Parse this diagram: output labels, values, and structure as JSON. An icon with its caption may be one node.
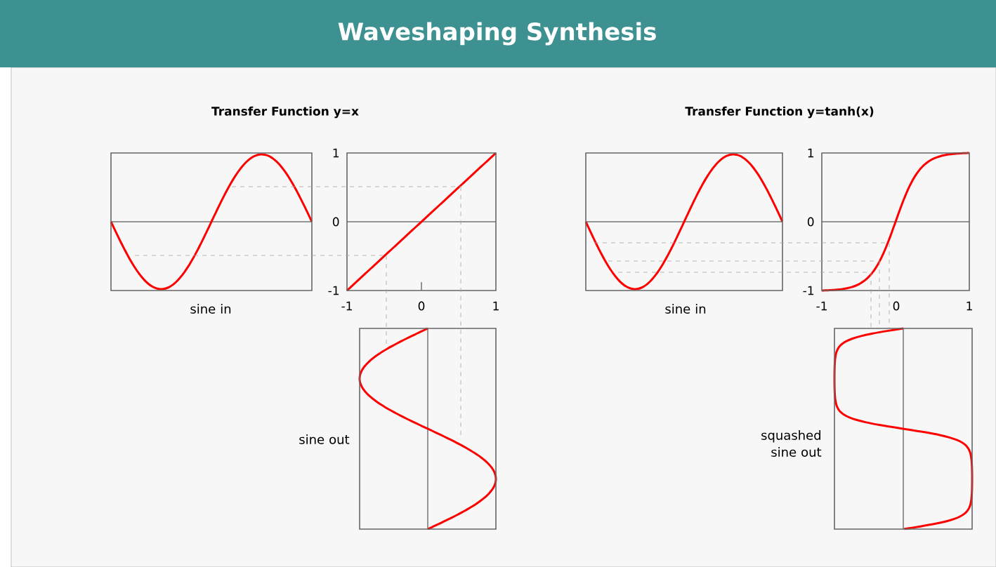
{
  "diagram": {
    "title": "Waveshaping Synthesis",
    "nodes": [
      {
        "text": [],
        "shape": "box",
        "beside": [
          "sine in"
        ]
      },
      {
        "text": [],
        "shape": "box"
      },
      {
        "text": [],
        "shape": "box",
        "beside": [
          "sine out"
        ]
      },
      {
        "text": [],
        "shape": "box",
        "beside": [
          "sine in"
        ]
      },
      {
        "text": [],
        "shape": "box"
      },
      {
        "text": [],
        "shape": "box",
        "beside": [
          "squashed sine out"
        ]
      }
    ],
    "edges": [
      {
        "from": 0,
        "to": 1,
        "arrow": "none",
        "style": "dashed"
      },
      {
        "from": 1,
        "to": 2,
        "arrow": "none",
        "style": "dashed"
      },
      {
        "from": 0,
        "to": 1,
        "arrow": "none",
        "style": "dashed"
      },
      {
        "from": 1,
        "to": 2,
        "arrow": "none",
        "style": "dashed"
      },
      {
        "from": 3,
        "to": 4,
        "arrow": "none",
        "style": "dashed"
      },
      {
        "from": 4,
        "to": 5,
        "arrow": "none",
        "style": "dashed"
      },
      {
        "from": 3,
        "to": 4,
        "arrow": "none",
        "style": "dashed"
      },
      {
        "from": 4,
        "to": 5,
        "arrow": "none",
        "style": "dashed"
      },
      {
        "from": 3,
        "to": 4,
        "arrow": "none",
        "style": "dashed"
      },
      {
        "from": 4,
        "to": 5,
        "arrow": "none",
        "style": "dashed"
      }
    ],
    "labels": [
      "Transfer Function y=x",
      "Transfer Function y=tanh(x)",
      "1",
      "0",
      "-1",
      "-1",
      "0",
      "1",
      "1",
      "0",
      "-1",
      "-1",
      "0",
      "1"
    ]
  }
}
